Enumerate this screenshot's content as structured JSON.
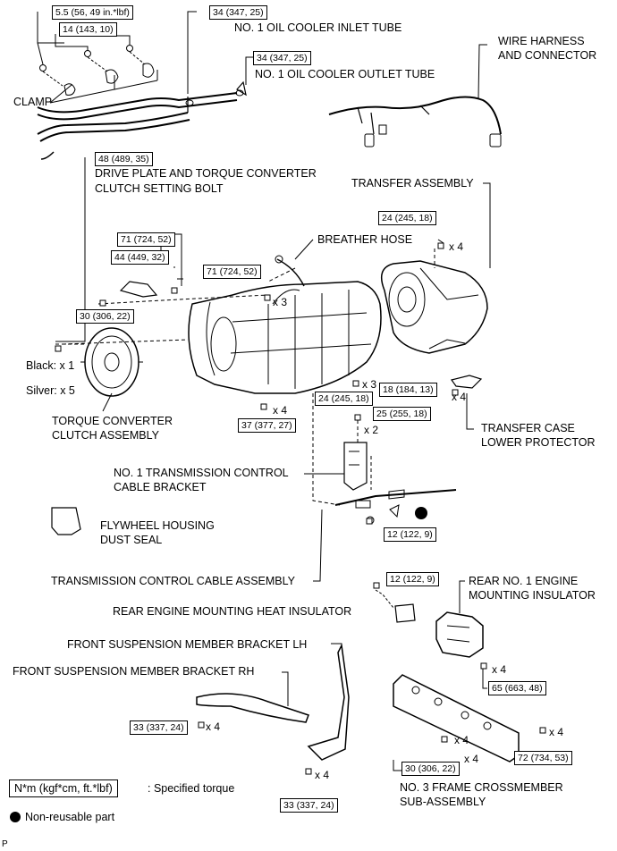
{
  "torques": {
    "clamp_small": "5.5 (56, 49 in.*lbf)",
    "clamp_large": "14 (143, 10)",
    "inlet_tube": "34 (347, 25)",
    "outlet_tube": "34 (347, 25)",
    "drive_plate": "48 (489, 35)",
    "bracket_upper": "71 (724, 52)",
    "bracket_mid": "44 (449, 32)",
    "bracket_lower": "30 (306, 22)",
    "trans_side": "71 (724, 52)",
    "transfer_top": "24 (245, 18)",
    "trans_bottom": "24 (245, 18)",
    "trans_lower": "37 (377, 27)",
    "protector": "18 (184, 13)",
    "cable_bracket": "25 (255, 18)",
    "cable_nut": "12 (122, 9)",
    "heat_insulator": "12 (122, 9)",
    "mount_insulator": "65 (663, 48)",
    "susp_rh": "33 (337, 24)",
    "susp_lh": "33 (337, 24)",
    "crossmember_left": "30 (306, 22)",
    "crossmember_right": "72 (734, 53)"
  },
  "multipliers": {
    "m_trans_side": "x 3",
    "m_transfer_top": "x 4",
    "m_trans_bottom": "x 3",
    "m_trans_lower": "x 4",
    "m_protector": "x 4",
    "m_cable_bracket": "x 2",
    "m_mount": "x 4",
    "m_susp_rh": "x 4",
    "m_susp_lh": "x 4",
    "m_cross_a": "x 4",
    "m_cross_b": "x 4",
    "m_cross_c": "x 4"
  },
  "labels": {
    "inlet_tube": "NO. 1 OIL COOLER INLET TUBE",
    "outlet_tube": "NO. 1 OIL COOLER OUTLET TUBE",
    "wire_harness_1": "WIRE HARNESS",
    "wire_harness_2": "AND CONNECTOR",
    "clamp": "CLAMP",
    "drive_plate_1": "DRIVE PLATE AND TORQUE CONVERTER",
    "drive_plate_2": "CLUTCH SETTING BOLT",
    "transfer_assembly": "TRANSFER ASSEMBLY",
    "breather_hose": "BREATHER HOSE",
    "black": "Black: x 1",
    "silver": "Silver: x 5",
    "torque_converter_1": "TORQUE CONVERTER",
    "torque_converter_2": "CLUTCH ASSEMBLY",
    "protector_1": "TRANSFER CASE",
    "protector_2": "LOWER PROTECTOR",
    "cable_bracket_1": "NO. 1 TRANSMISSION CONTROL",
    "cable_bracket_2": "CABLE BRACKET",
    "dust_seal_1": "FLYWHEEL HOUSING",
    "dust_seal_2": "DUST SEAL",
    "control_cable": "TRANSMISSION CONTROL CABLE ASSEMBLY",
    "mount_insulator_1": "REAR NO. 1 ENGINE",
    "mount_insulator_2": "MOUNTING INSULATOR",
    "heat_insulator": "REAR ENGINE MOUNTING HEAT INSULATOR",
    "susp_lh": "FRONT SUSPENSION MEMBER BRACKET LH",
    "susp_rh": "FRONT SUSPENSION MEMBER BRACKET RH",
    "crossmember_1": "NO. 3 FRAME CROSSMEMBER",
    "crossmember_2": "SUB-ASSEMBLY"
  },
  "legend": {
    "torque_unit": "N*m (kgf*cm, ft.*lbf)",
    "torque_desc": ": Specified torque",
    "non_reusable": "Non-reusable part"
  },
  "corner_mark": "P"
}
